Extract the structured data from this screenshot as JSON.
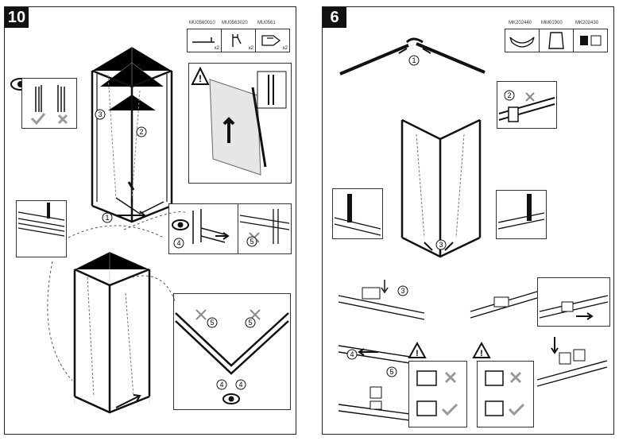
{
  "left": {
    "step": "10",
    "parts": [
      {
        "code": "MU0560010",
        "qty": "x2",
        "icon": "profile-strip-icon"
      },
      {
        "code": "MU0563020",
        "qty": "x2",
        "icon": "clip-icon"
      },
      {
        "code": "MU0561",
        "qty": "x2",
        "icon": "end-cap-icon"
      }
    ],
    "callouts": [
      "1",
      "2",
      "3",
      "4",
      "5",
      "5",
      "5",
      "4",
      "4"
    ]
  },
  "right": {
    "step": "6",
    "parts": [
      {
        "code": "MK202440",
        "icon": "corner-connector-icon"
      },
      {
        "code": "MM01900",
        "icon": "bracket-icon"
      },
      {
        "code": "MK202430",
        "icon": "guide-block-icon"
      }
    ],
    "callouts": [
      "1",
      "2",
      "3",
      "3",
      "4",
      "5"
    ]
  },
  "colors": {
    "ink": "#111111",
    "check": "#9a9a9a",
    "cross": "#9a9a9a",
    "glass": "#d8d8d8"
  }
}
